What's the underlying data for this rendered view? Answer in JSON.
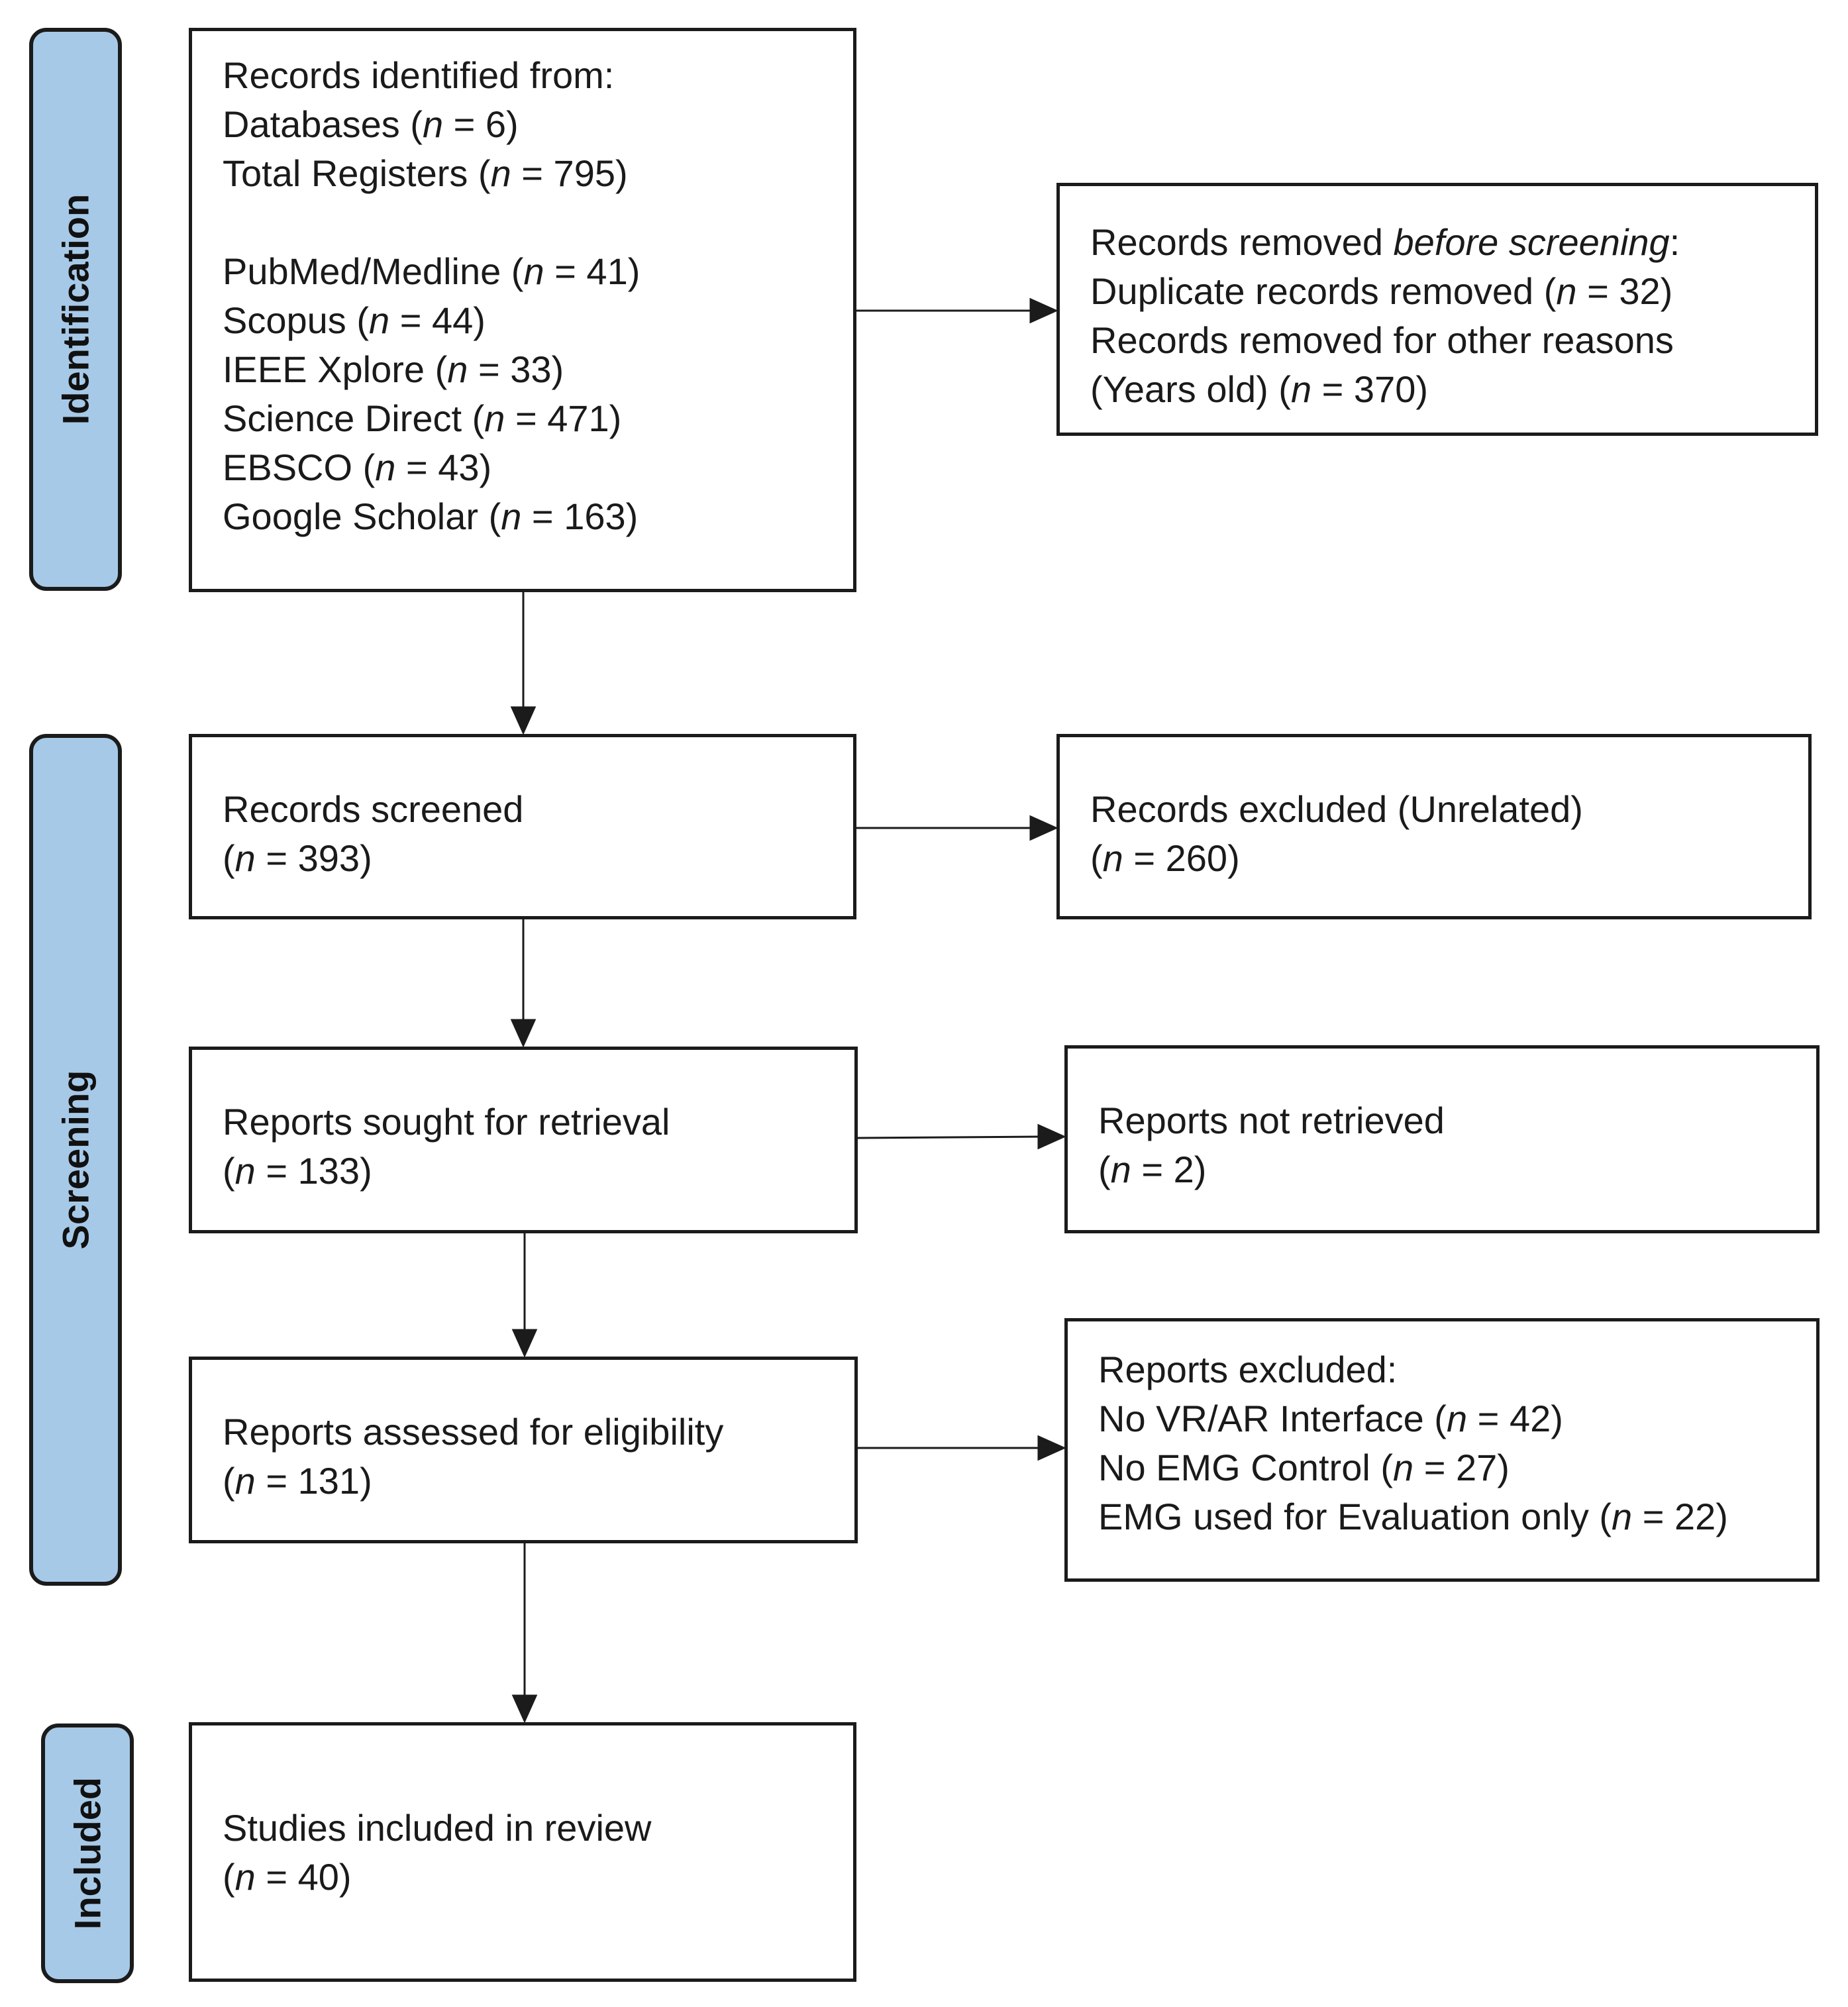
{
  "phases": {
    "identification": "Identification",
    "screening": "Screening",
    "included": "Included"
  },
  "boxes": {
    "identified": {
      "heading": "Records identified from:",
      "databases": {
        "label": "Databases (",
        "n": "n",
        "value": " = 6)"
      },
      "registers": {
        "label": "Total Registers (",
        "n": "n",
        "value": " = 795)"
      },
      "sources": [
        {
          "label": "PubMed/Medline (",
          "n": "n",
          "value": " = 41)"
        },
        {
          "label": "Scopus (",
          "n": "n",
          "value": " = 44)"
        },
        {
          "label": "IEEE Xplore (",
          "n": "n",
          "value": " = 33)"
        },
        {
          "label": "Science Direct (",
          "n": "n",
          "value": " = 471)"
        },
        {
          "label": "EBSCO (",
          "n": "n",
          "value": " = 43)"
        },
        {
          "label": "Google Scholar (",
          "n": "n",
          "value": " = 163)"
        }
      ]
    },
    "removed": {
      "heading_pre": "Records removed ",
      "heading_em": "before screening",
      "heading_post": ":",
      "duplicates": {
        "label": "Duplicate records removed  (",
        "n": "n",
        "value": " = 32)"
      },
      "other_reasons": "Records removed for other reasons",
      "years_old": {
        "label": "(Years old) (",
        "n": "n",
        "value": " = 370)"
      }
    },
    "screened": {
      "title": "Records screened",
      "count": {
        "label": "(",
        "n": "n",
        "value": " = 393)"
      }
    },
    "excluded_unrelated": {
      "title": "Records excluded (Unrelated)",
      "count": {
        "label": "(",
        "n": "n",
        "value": " = 260)"
      }
    },
    "sought": {
      "title": "Reports sought for retrieval",
      "count": {
        "label": "(",
        "n": "n",
        "value": " = 133)"
      }
    },
    "not_retrieved": {
      "title": "Reports not retrieved",
      "count": {
        "label": "(",
        "n": "n",
        "value": " = 2)"
      }
    },
    "assessed": {
      "title": "Reports assessed for eligibility",
      "count": {
        "label": "(",
        "n": "n",
        "value": " = 131)"
      }
    },
    "reports_excluded": {
      "heading": "Reports excluded:",
      "reasons": [
        {
          "label": "No VR/AR Interface (",
          "n": "n",
          "value": " = 42)"
        },
        {
          "label": "No EMG Control (",
          "n": "n",
          "value": " = 27)"
        },
        {
          "label": "EMG used for Evaluation only (",
          "n": "n",
          "value": " = 22)"
        }
      ]
    },
    "included": {
      "title": "Studies included in review",
      "count": {
        "label": "(",
        "n": "n",
        "value": " = 40)"
      }
    }
  },
  "colors": {
    "phase_fill": "#a7c9e8",
    "stroke": "#1b1b1b"
  }
}
